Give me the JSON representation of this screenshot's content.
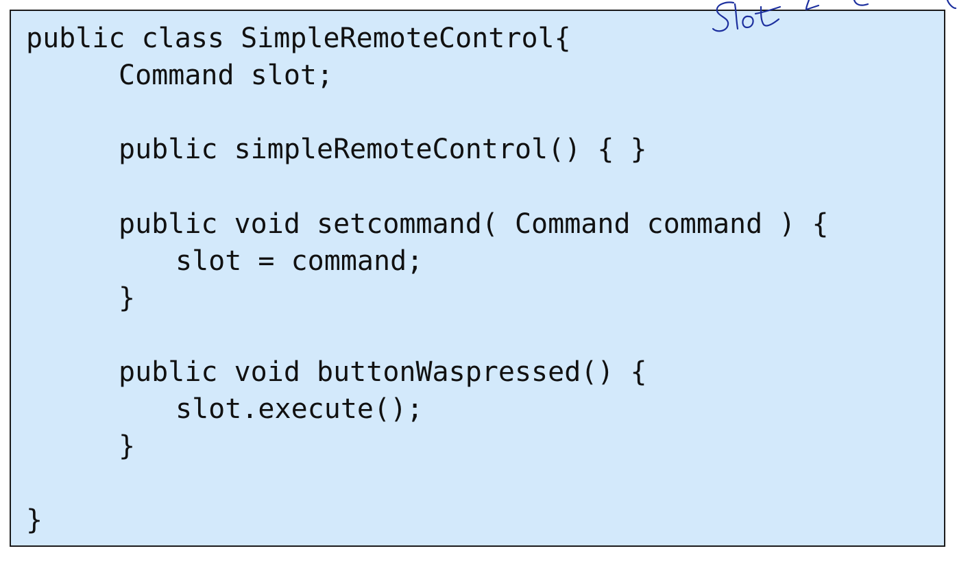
{
  "code": {
    "lines": [
      "public class SimpleRemoteControl{",
      "Command slot;",
      "",
      "public simpleRemoteControl() { }",
      "",
      "public void setcommand( Command command ) {",
      "slot = command;",
      "}",
      "",
      "public void buttonWaspressed() {",
      "slot.execute();",
      "}",
      "",
      "}"
    ]
  },
  "annotation": {
    "handwritten_text": "Slot"
  },
  "colors": {
    "panel_background": "#d3e9fb",
    "panel_border": "#1a1a1a",
    "code_text": "#111111",
    "ink": "#1c2f9e"
  }
}
